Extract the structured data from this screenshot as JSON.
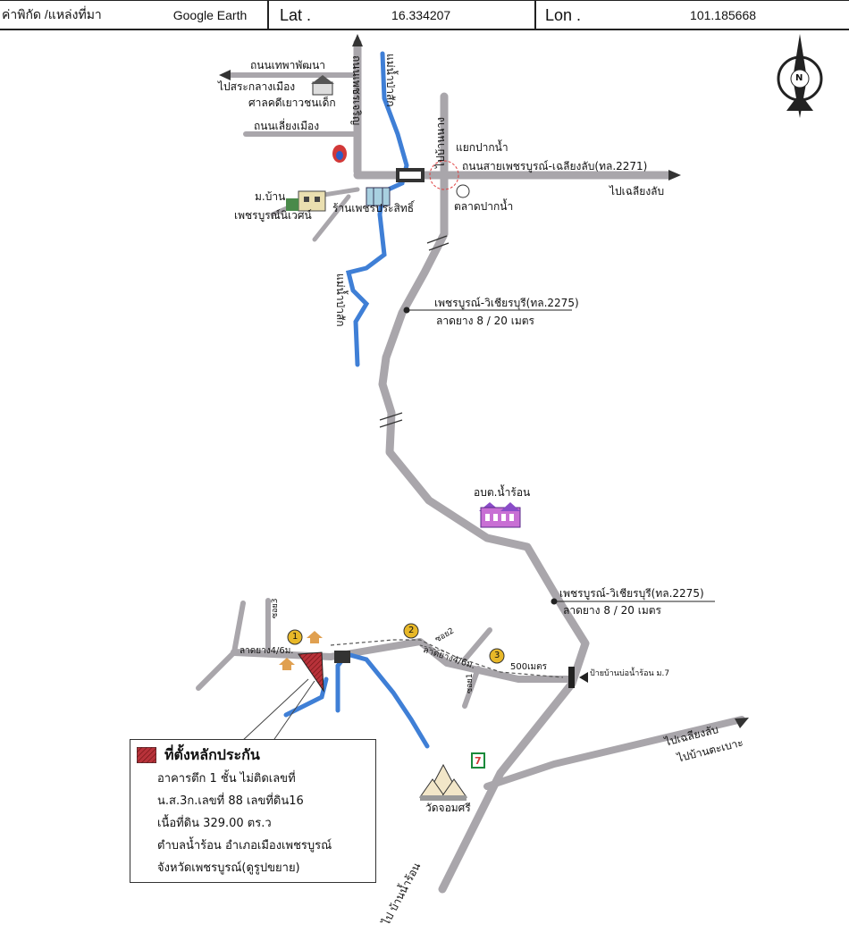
{
  "header": {
    "title": "ค่าพิกัด /แหล่งที่มา",
    "source": "Google Earth",
    "lat_label": "Lat .",
    "lat_value": "16.334207",
    "lon_label": "Lon .",
    "lon_value": "101.185668"
  },
  "compass": {
    "north": "N"
  },
  "map_labels": {
    "road_thephaphatthana": "ถนนเทพาพัฒนา",
    "to_city_center": "ไปสระกลางเมือง",
    "shrine": "ศาลคดีเยาวชนเด็ก",
    "road_liang_mueang": "ถนนเลี่ยงเมือง",
    "road_phetcharoen": "ถนนเพชรเจริญ",
    "river_pasak_north": "แม่น้ำป่าสัก",
    "to_ban_nong": "ไปบ้านนาง",
    "pak_nam_junction": "แยกปากน้ำ",
    "hwy_2271": "ถนนสายเพชรบูรณ์-เฉลียงลับ(ทล.2271)",
    "to_chaliang_lap_top": "ไปเฉลียงลับ",
    "village_name_1": "ม.บ้าน",
    "village_name_2": "เพชรบูรณ์นิเวศน์",
    "shop": "ร้านเพชรประสิทธิ์",
    "market": "ตลาดปากน้ำ",
    "river_pasak_south": "แม่น้ำป่าสัก",
    "hwy_2275_a": "เพชรบูรณ์-วิเชียรบุรี(ทล.2275)",
    "asphalt_a": "ลาดยาง  8 / 20 เมตร",
    "tambon_office": "อบต.น้ำร้อน",
    "hwy_2275_b": "เพชรบูรณ์-วิเชียรบุรี(ทล.2275)",
    "asphalt_b": "ลาดยาง  8 / 20 เมตร",
    "soi3": "ซอย3",
    "soi2": "ซอย2",
    "soi1": "ซอย1",
    "lane_asphalt_1": "ลาดยาง4/6ม.",
    "lane_asphalt_2": "ลาดยาง4/6ม.",
    "dist_500": "500เมตร",
    "village_sign": "ป้ายบ้านบ่อน้ำร้อน ม.7",
    "to_chaliang_lap_bottom": "ไปเฉลียงลับ",
    "to_ban_tabao": "ไปบ้านตะเบาะ",
    "temple": "วัดจอมศรี",
    "to_ban_nam_ron": "ไป บ้านน้ำร้อน",
    "marker_1": "1",
    "marker_2": "2",
    "marker_3": "3",
    "seven_eleven": "7"
  },
  "legend": {
    "title": "ที่ตั้งหลักประกัน",
    "line1": "อาคารตึก 1 ชั้น ไม่ติดเลขที่",
    "line2": "น.ส.3ก.เลขที่ 88 เลขที่ดิน16",
    "line3": "เนื้อที่ดิน 329.00 ตร.ว",
    "line4": "ตำบลน้ำร้อน อำเภอเมืองเพชรบูรณ์",
    "line5": "จังหวัดเพชรบูรณ์(ดูรูปขยาย)"
  },
  "colors": {
    "road": "#a9a6ab",
    "river": "#3f7fd6",
    "collateral": "#b8323a",
    "marker": "#e8b828",
    "house": "#e0a050"
  }
}
